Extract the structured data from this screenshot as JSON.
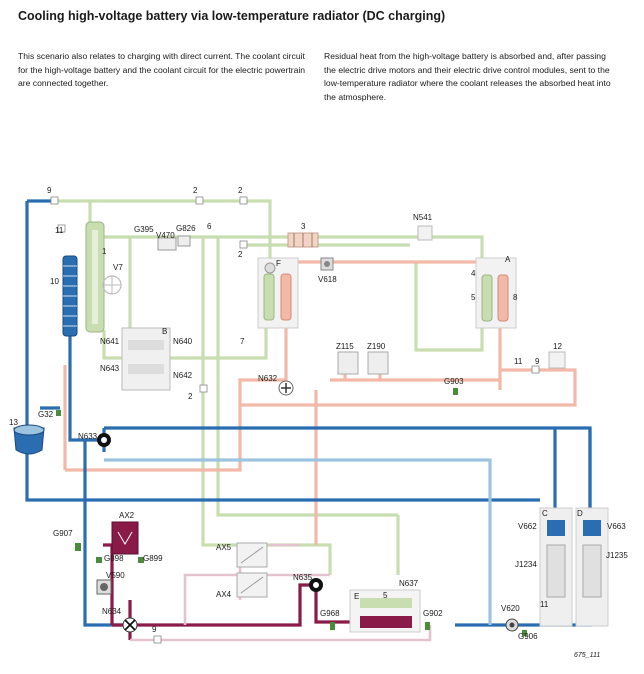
{
  "title": "Cooling high-voltage battery via low-temperature radiator (DC charging)",
  "intro_left": "This scenario also relates to charging with direct current. The coolant circuit for the high-voltage battery and the coolant circuit for the electric powertrain are connected together.",
  "intro_right": "Residual heat from the high-voltage battery is absorbed and, after passing the electric drive motors and their electric drive control modules, sent to the low-temperature radiator where the coolant releases the absorbed heat into the atmosphere.",
  "figure_ref": "675_111",
  "colors": {
    "hot_coolant": "#f2b9a8",
    "warm_coolant": "#c9deb0",
    "cold_coolant": "#2a6db0",
    "cool_return": "#9cc3e0",
    "heater_circuit": "#8a1a48",
    "component_fill": "#eeeeee",
    "valve_black": "#111111"
  },
  "labels": {
    "l9a": "9",
    "l11a": "11",
    "l1": "1",
    "lV7": "V7",
    "l10": "10",
    "l13": "13",
    "lG32": "G32",
    "l2a": "2",
    "l2b": "2",
    "l2c": "2",
    "l2d": "2",
    "l6": "6",
    "l3": "3",
    "lN541": "N541",
    "lG395": "G395",
    "lV470": "V470",
    "lG826": "G826",
    "lF": "F",
    "lV618": "V618",
    "lA": "A",
    "l4": "4",
    "l5": "5",
    "l8": "8",
    "lB": "B",
    "lN640": "N640",
    "lN641": "N641",
    "lN642": "N642",
    "lN643": "N643",
    "l7": "7",
    "lZ115": "Z115",
    "lZ190": "Z190",
    "lN632": "N632",
    "lG903": "G903",
    "l11b": "11",
    "l9b": "9",
    "l12": "12",
    "lN633": "N633",
    "lG907": "G907",
    "lAX2": "AX2",
    "lG898": "G898",
    "lG899": "G899",
    "lV590": "V590",
    "lN634": "N634",
    "l9c": "9",
    "lAX5": "AX5",
    "lAX4": "AX4",
    "lN635": "N635",
    "lG968": "G968",
    "lE": "E",
    "l5b": "5",
    "lN637": "N637",
    "lG902": "G902",
    "lC": "C",
    "lD": "D",
    "lV662": "V662",
    "lV663": "V663",
    "lJ1234": "J1234",
    "lJ1235": "J1235",
    "l11c": "11",
    "lV620": "V620",
    "lG906": "G906"
  }
}
